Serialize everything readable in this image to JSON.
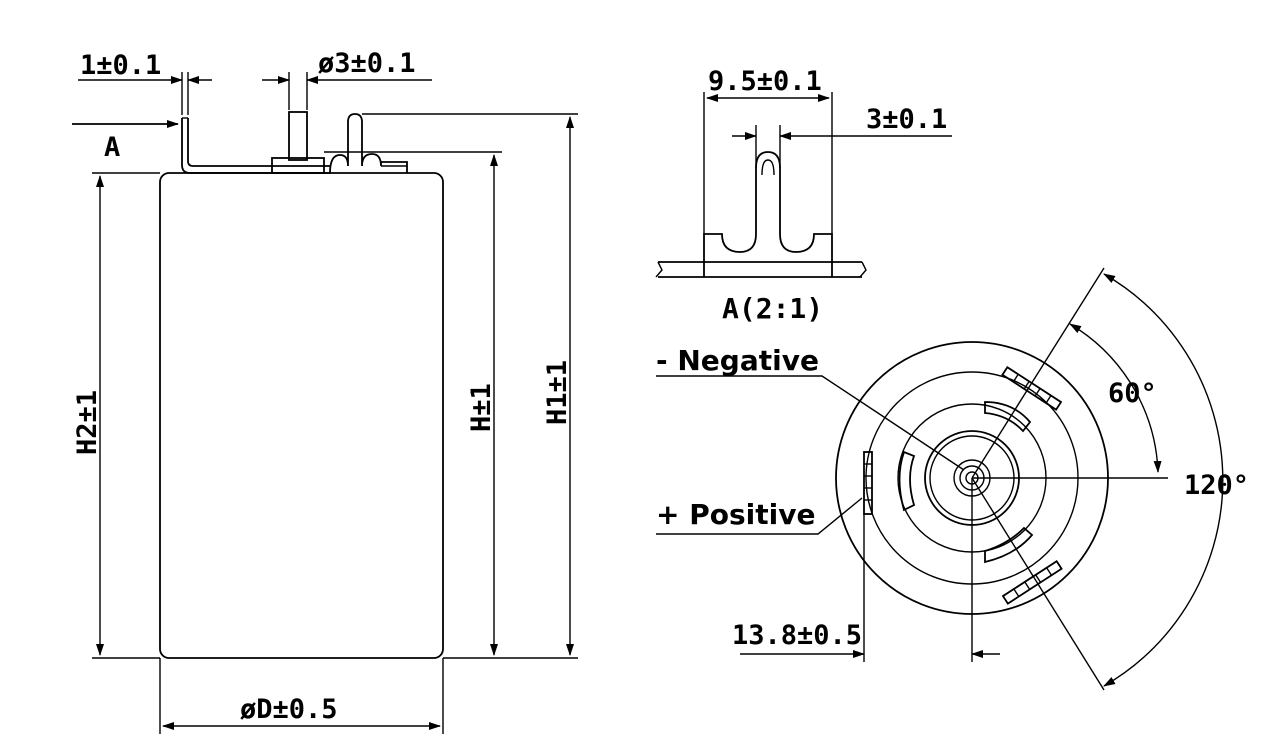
{
  "left_view": {
    "tab_thickness": "1±0.1",
    "pin_diameter": "ø3±0.1",
    "view_arrow": "A",
    "height_h2": "H2±1",
    "height_h": "H±1",
    "height_h1": "H1±1",
    "diameter": "øD±0.5"
  },
  "detail_view": {
    "width": "9.5±0.1",
    "slot_width": "3±0.1",
    "caption": "A(2:1)"
  },
  "bottom_view": {
    "negative_label": "- Negative",
    "positive_label": "+ Positive",
    "angle_small": "60°",
    "angle_large": "120°",
    "offset": "13.8±0.5"
  }
}
